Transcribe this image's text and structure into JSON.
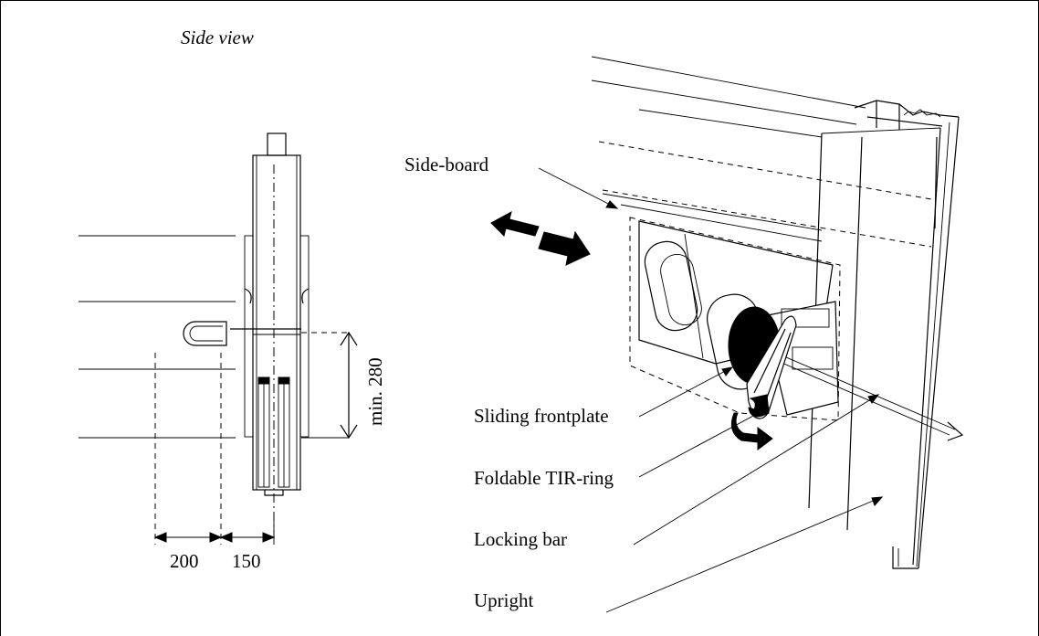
{
  "title": "Side view",
  "dimensions": {
    "width_left": "200",
    "width_right": "150",
    "height": "min. 280"
  },
  "labels": {
    "side_board": "Side-board",
    "sliding_frontplate": "Sliding frontplate",
    "foldable_tir_ring": "Foldable TIR-ring",
    "locking_bar": "Locking bar",
    "upright": "Upright"
  }
}
